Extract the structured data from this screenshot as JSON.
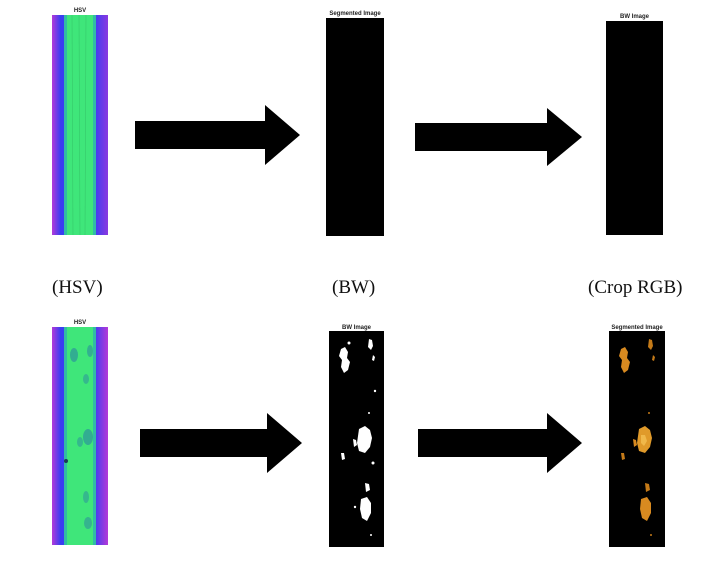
{
  "panels": {
    "top_hsv_title": "HSV",
    "top_segmented_title": "Segmented Image",
    "top_bw_title": "BW Image",
    "bottom_hsv_title": "HSV",
    "bottom_bw_title": "BW Image",
    "bottom_segmented_title": "Segmented Image"
  },
  "captions": {
    "hsv": "(HSV)",
    "bw": "(BW)",
    "crop_rgb": "(Crop RGB)"
  },
  "colors": {
    "leaf_green": "#3fe67a",
    "edge_blue": "#3a3df2",
    "edge_magenta": "#b43ad8",
    "mask_black": "#000000",
    "lesion_white": "#ffffff",
    "lesion_orange": "#e09a2a",
    "arrow_black": "#000000"
  }
}
